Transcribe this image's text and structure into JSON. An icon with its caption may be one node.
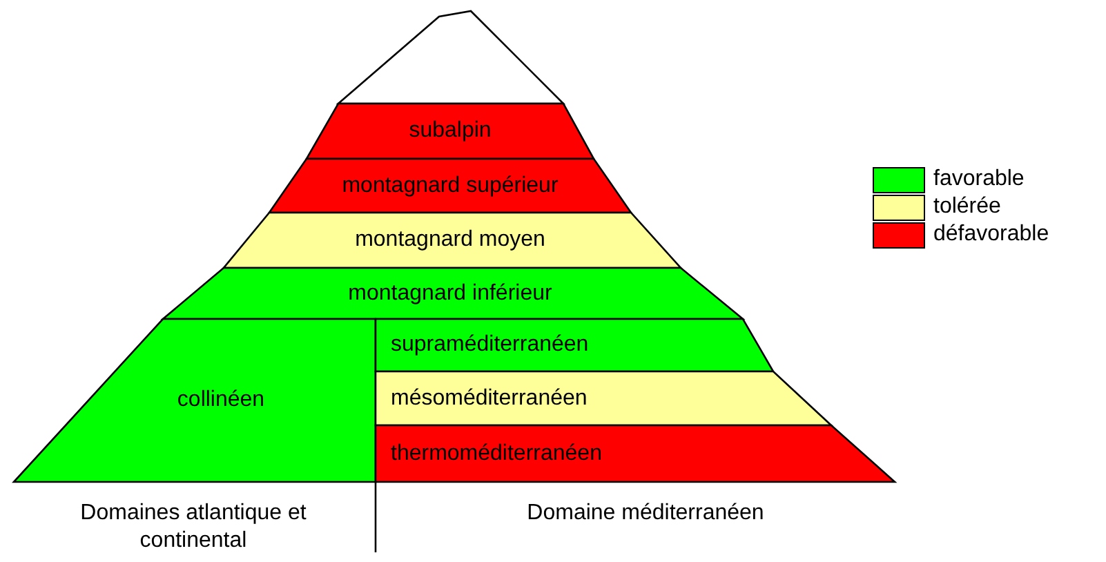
{
  "diagram": {
    "nodes": [
      {
        "text": [
          "subalpin"
        ]
      },
      {
        "text": [
          "montagnard supérieur"
        ]
      },
      {
        "text": [
          "montagnard moyen"
        ]
      },
      {
        "text": [
          "montagnard inférieur"
        ]
      },
      {
        "text": [
          "collinéen"
        ]
      },
      {
        "text": [
          "supraméditerranéen"
        ]
      },
      {
        "text": [
          "mésoméditerranéen"
        ]
      },
      {
        "text": [
          "thermoméditerranéen"
        ]
      }
    ],
    "labels": [
      "Domaines atlantique et continental",
      "Domaine méditerranéen"
    ],
    "legend": [
      {
        "text": "favorable",
        "color": "#00ff00"
      },
      {
        "text": "tolérée",
        "color": "#ffff99"
      },
      {
        "text": "défavorable",
        "color": "#ff0000"
      }
    ]
  }
}
